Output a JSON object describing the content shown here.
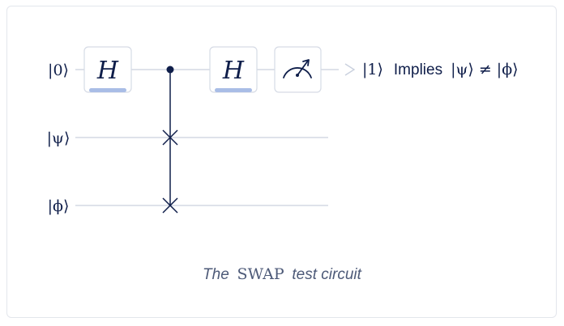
{
  "circuit": {
    "qubit_labels": [
      "|0⟩",
      "|ψ⟩",
      "|ϕ⟩"
    ],
    "gate_1": "H",
    "gate_2": "H",
    "measure_icon": "meter-icon",
    "result_ket": "|1⟩",
    "result_word": "Implies",
    "result_formula": "|ψ⟩ ≠ |ϕ⟩"
  },
  "caption": {
    "prefix": "The",
    "math": "SWAP",
    "suffix": "test circuit"
  },
  "colors": {
    "wire": "#c9d0de",
    "ink": "#0f1e4a",
    "gate_border": "#d6dbe5",
    "gate_accent": "#a9bde6",
    "caption": "#4d5a78"
  }
}
